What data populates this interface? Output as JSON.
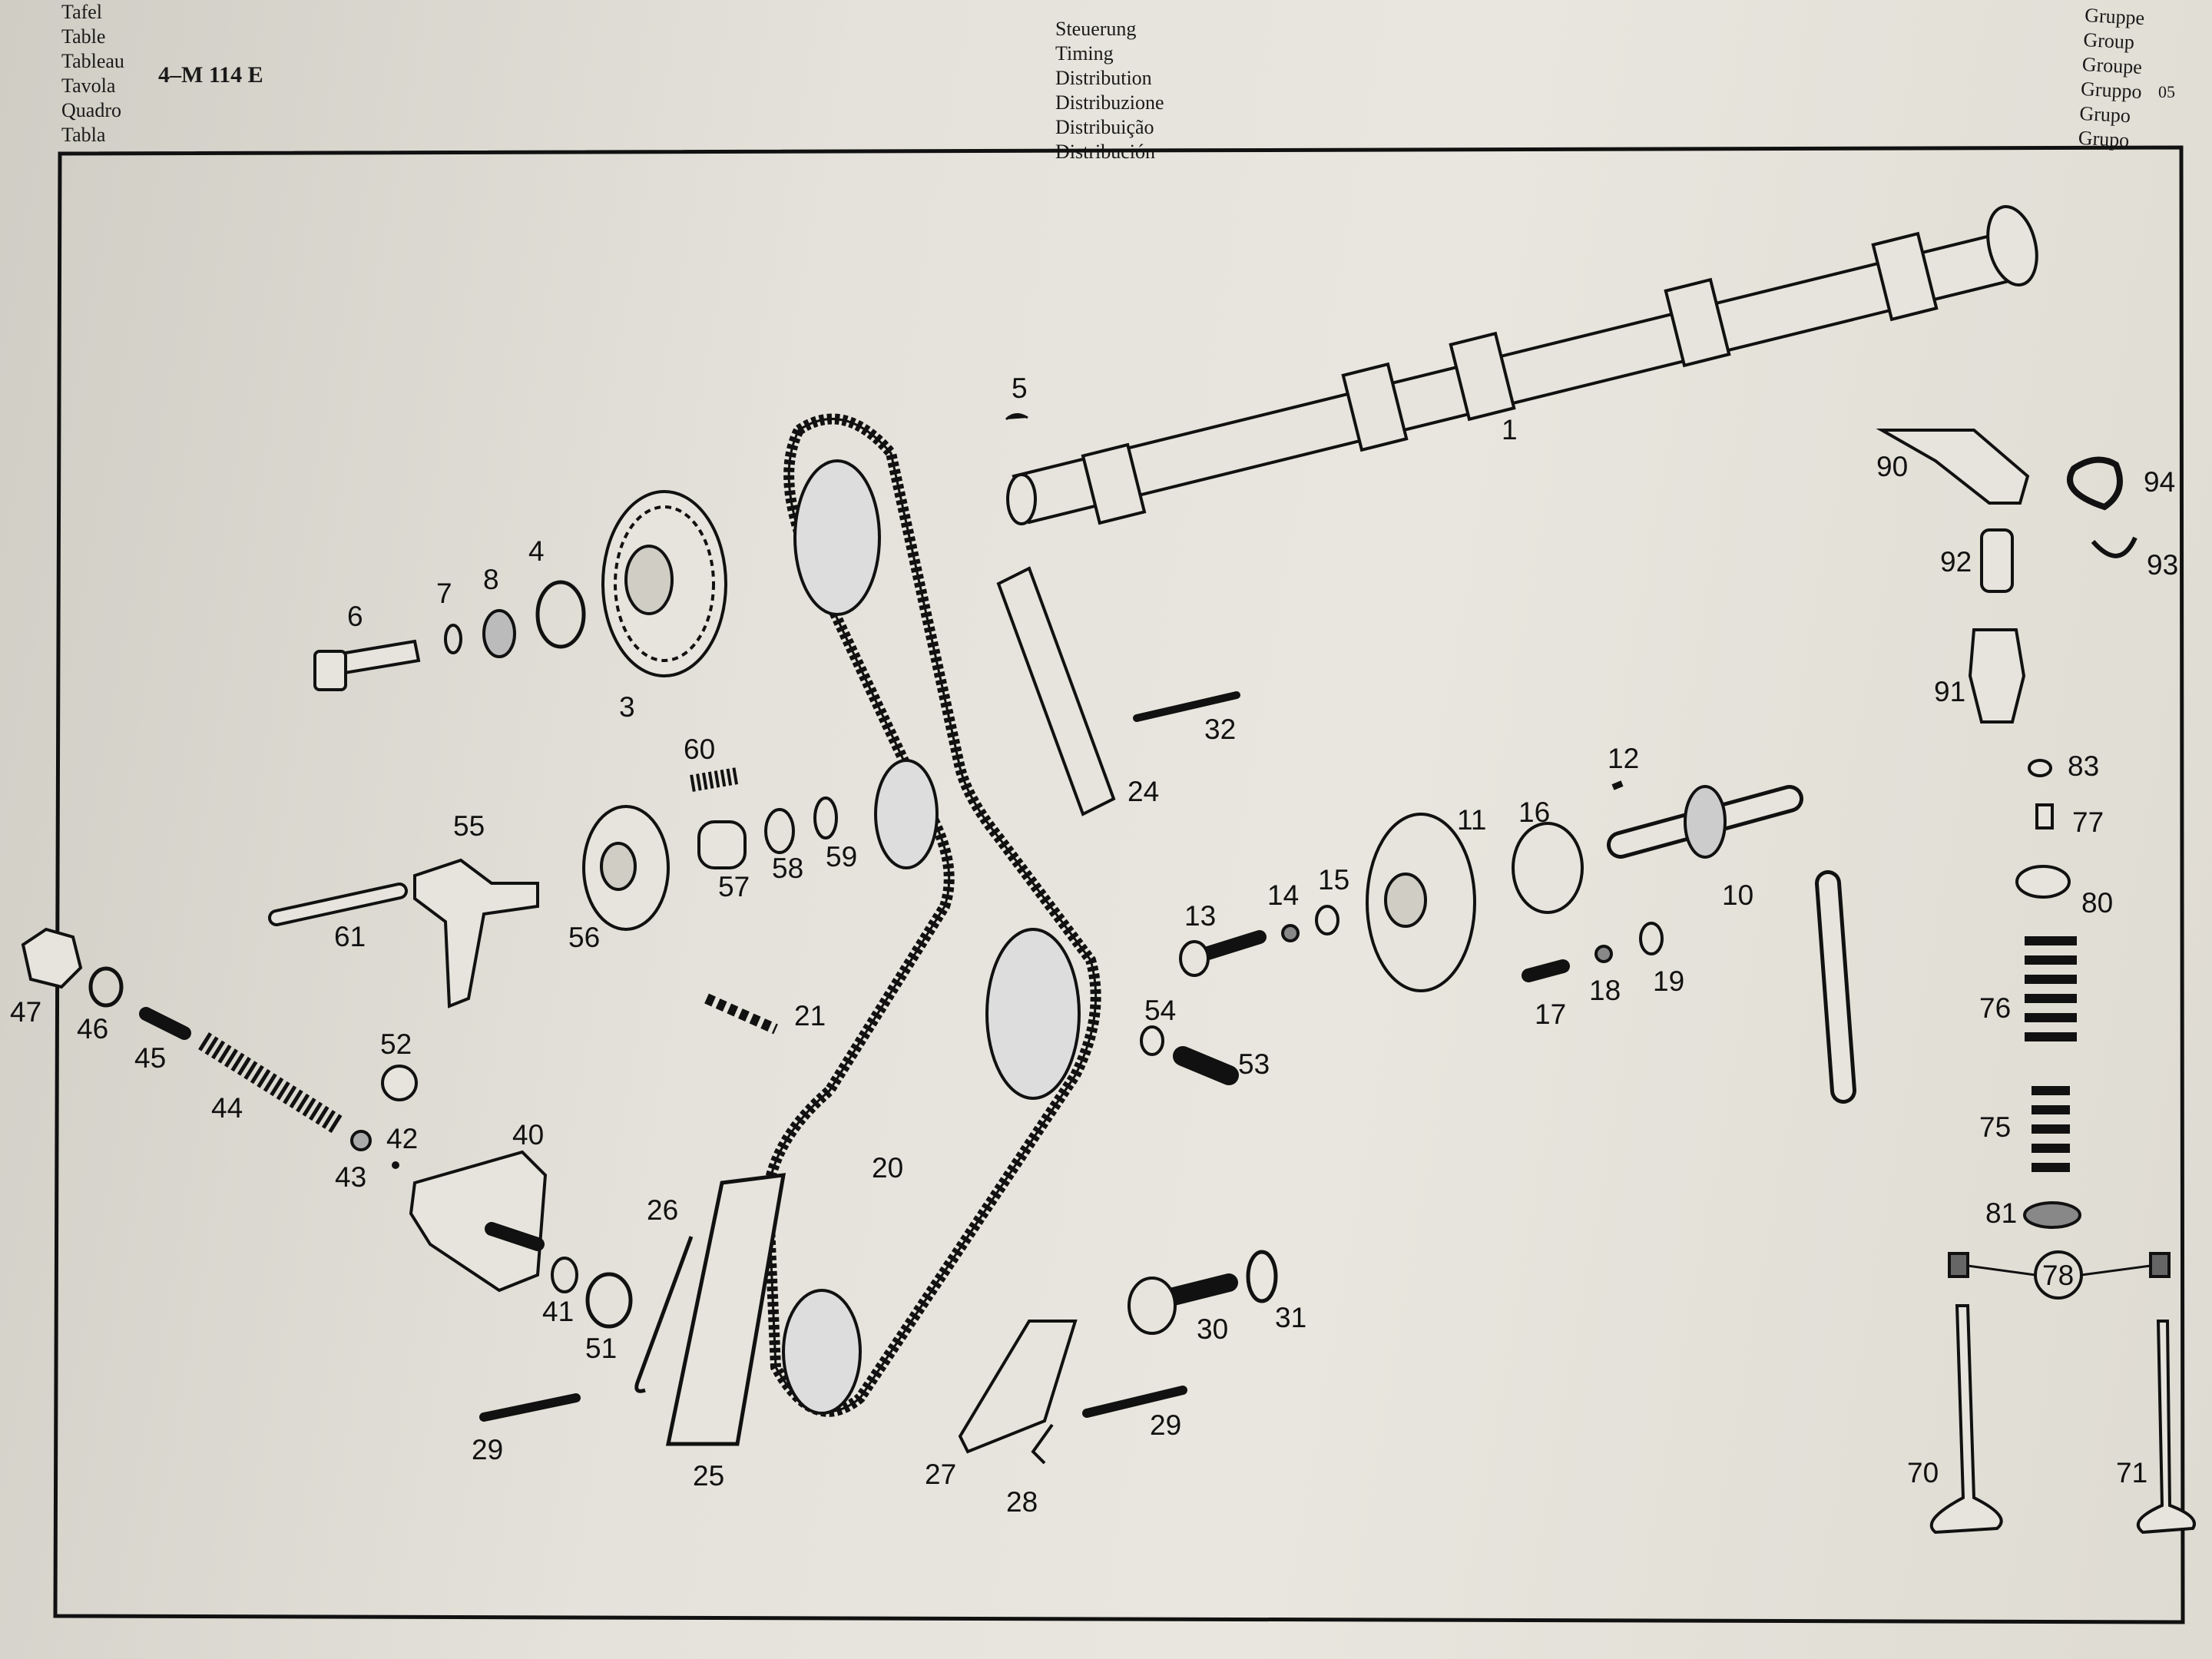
{
  "header": {
    "left_labels": [
      "Tafel",
      "Table",
      "Tableau",
      "Tavola",
      "Quadro",
      "Tabla"
    ],
    "model": "4–M 114  E",
    "center_labels": [
      "Steuerung",
      "Timing",
      "Distribution",
      "Distribuzione",
      "Distribuição",
      "Distribución"
    ],
    "right_labels": [
      "Gruppe",
      "Group",
      "Groupe",
      "Gruppo",
      "Grupo",
      "Grupo"
    ],
    "group_number": "05"
  },
  "diagram": {
    "part_numbers": [
      "1",
      "3",
      "4",
      "5",
      "6",
      "7",
      "8",
      "10",
      "11",
      "12",
      "13",
      "14",
      "15",
      "16",
      "17",
      "18",
      "19",
      "20",
      "21",
      "24",
      "25",
      "26",
      "27",
      "28",
      "29",
      "29",
      "30",
      "31",
      "32",
      "40",
      "41",
      "42",
      "43",
      "44",
      "45",
      "46",
      "47",
      "51",
      "52",
      "53",
      "54",
      "55",
      "56",
      "57",
      "58",
      "59",
      "60",
      "61",
      "70",
      "71",
      "75",
      "76",
      "77",
      "78",
      "80",
      "81",
      "83",
      "90",
      "91",
      "92",
      "93",
      "94"
    ]
  }
}
